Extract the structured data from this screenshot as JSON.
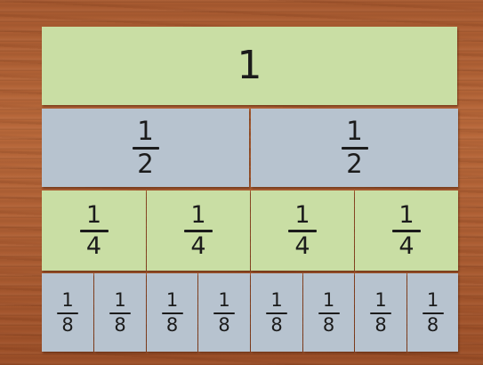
{
  "whole": {
    "label": "1"
  },
  "halves": [
    {
      "numerator": "1",
      "denominator": "2"
    },
    {
      "numerator": "1",
      "denominator": "2"
    }
  ],
  "quarters": [
    {
      "numerator": "1",
      "denominator": "4"
    },
    {
      "numerator": "1",
      "denominator": "4"
    },
    {
      "numerator": "1",
      "denominator": "4"
    },
    {
      "numerator": "1",
      "denominator": "4"
    }
  ],
  "eighths": [
    {
      "numerator": "1",
      "denominator": "8"
    },
    {
      "numerator": "1",
      "denominator": "8"
    },
    {
      "numerator": "1",
      "denominator": "8"
    },
    {
      "numerator": "1",
      "denominator": "8"
    },
    {
      "numerator": "1",
      "denominator": "8"
    },
    {
      "numerator": "1",
      "denominator": "8"
    },
    {
      "numerator": "1",
      "denominator": "8"
    },
    {
      "numerator": "1",
      "denominator": "8"
    }
  ],
  "colors": {
    "table": "#b0613a",
    "green_paper": "#c9dea4",
    "blue_paper": "#b7c3cf",
    "ink": "#1b1b1b"
  }
}
